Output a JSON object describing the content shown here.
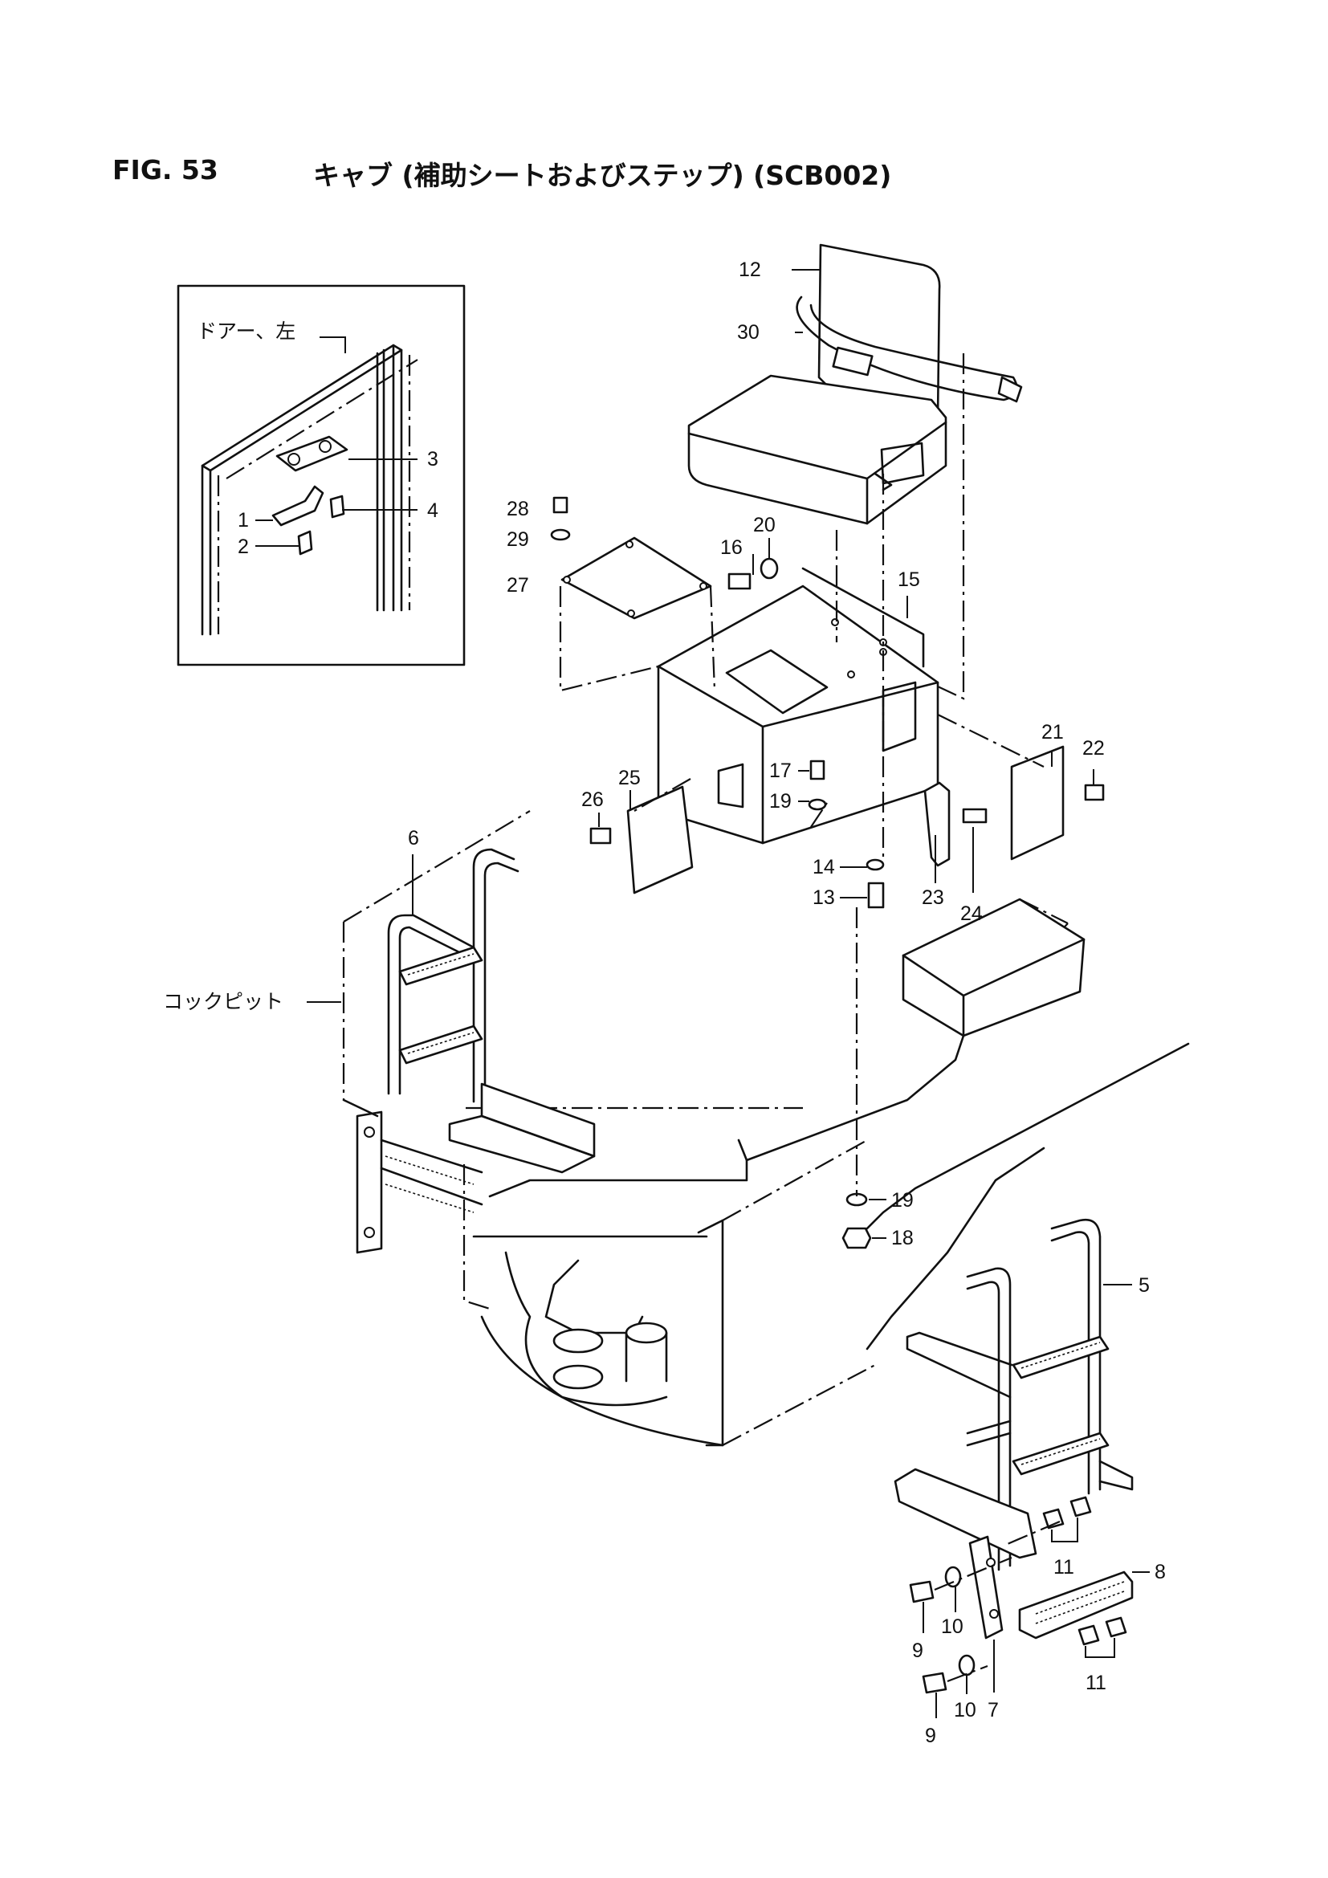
{
  "header": {
    "figure_number": "FIG. 53",
    "figure_title": "キャブ (補助シートおよびステップ) (SCB002)"
  },
  "inset_label": "ドアー、左",
  "cockpit_label": "コックピット",
  "callouts": {
    "p1": "1",
    "p2": "2",
    "p3": "3",
    "p4": "4",
    "p5": "5",
    "p6": "6",
    "p7": "7",
    "p8": "8",
    "p9a": "9",
    "p9b": "9",
    "p10a": "10",
    "p10b": "10",
    "p11a": "11",
    "p11b": "11",
    "p12": "12",
    "p13": "13",
    "p14": "14",
    "p15": "15",
    "p16": "16",
    "p17": "17",
    "p18": "18",
    "p19a": "19",
    "p19b": "19",
    "p20": "20",
    "p21": "21",
    "p22": "22",
    "p23": "23",
    "p24": "24",
    "p25": "25",
    "p26": "26",
    "p27": "27",
    "p28": "28",
    "p29": "29",
    "p30": "30"
  }
}
